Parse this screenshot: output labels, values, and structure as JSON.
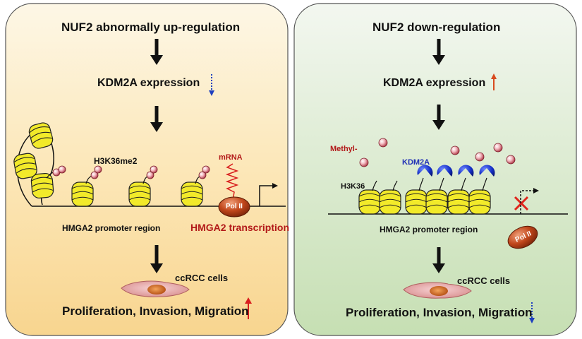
{
  "left": {
    "title": "NUF2 abnormally up-regulation",
    "kdm2a_expression": "KDM2A  expression",
    "h3k36me2": "H3K36me2",
    "mrna": "mRNA",
    "pol2": "Pol II",
    "promoter": "HMGA2 promoter region",
    "transcription": "HMGA2 transcription",
    "cells": "ccRCC cells",
    "outcome": "Proliferation, Invasion, Migration"
  },
  "right": {
    "title": "NUF2 down-regulation",
    "kdm2a_expression": "KDM2A  expression",
    "methyl": "Methyl-",
    "kdm2a": "KDM2A",
    "h3k36": "H3K36",
    "pol2": "Pol II",
    "promoter": "HMGA2 promoter region",
    "cells": "ccRCC cells",
    "outcome": "Proliferation, Invasion, Migration"
  },
  "colors": {
    "left_panel_top": "#fdf6e3",
    "left_panel_bottom": "#f9d896",
    "right_panel_top": "#f2f7ef",
    "right_panel_bottom": "#c9e0b8",
    "nucleosome": "#f2ea2a",
    "methyl_ball": "#f3b8bf",
    "kdm2a": "#1530c8",
    "pol2": "#c0461b",
    "up_arrow": "#d81e1e",
    "down_arrow": "#1e3fbf",
    "blocked_x": "#e0251c"
  },
  "icons": {
    "down_trend_left": "dotted-down-arrow-icon",
    "up_trend_right": "up-arrow-icon",
    "transcription_start": "bent-arrow-icon",
    "blocked_transcription": "x-mark-icon"
  }
}
